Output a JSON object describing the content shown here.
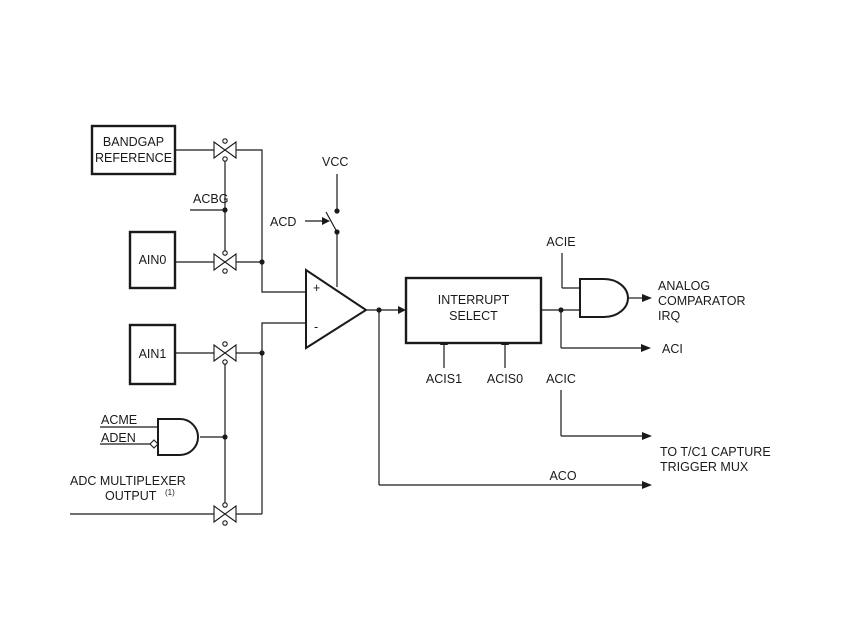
{
  "blocks": {
    "bandgap_line1": "BANDGAP",
    "bandgap_line2": "REFERENCE",
    "ain0": "AIN0",
    "ain1": "AIN1",
    "interrupt_line1": "INTERRUPT",
    "interrupt_line2": "SELECT"
  },
  "signals": {
    "acbg": "ACBG",
    "vcc": "VCC",
    "acd": "ACD",
    "acme": "ACME",
    "aden": "ADEN",
    "adc_mux_line1": "ADC MULTIPLEXER",
    "adc_mux_line2": "OUTPUT",
    "adc_mux_footnote": "(1)",
    "acis1": "ACIS1",
    "acis0": "ACIS0",
    "acie": "ACIE",
    "acic": "ACIC",
    "aci": "ACI",
    "aco": "ACO"
  },
  "outputs": {
    "irq_line1": "ANALOG",
    "irq_line2": "COMPARATOR",
    "irq_line3": "IRQ",
    "capture_line1": "TO T/C1 CAPTURE",
    "capture_line2": "TRIGGER MUX"
  },
  "comparator": {
    "plus": "+",
    "minus": "-"
  }
}
